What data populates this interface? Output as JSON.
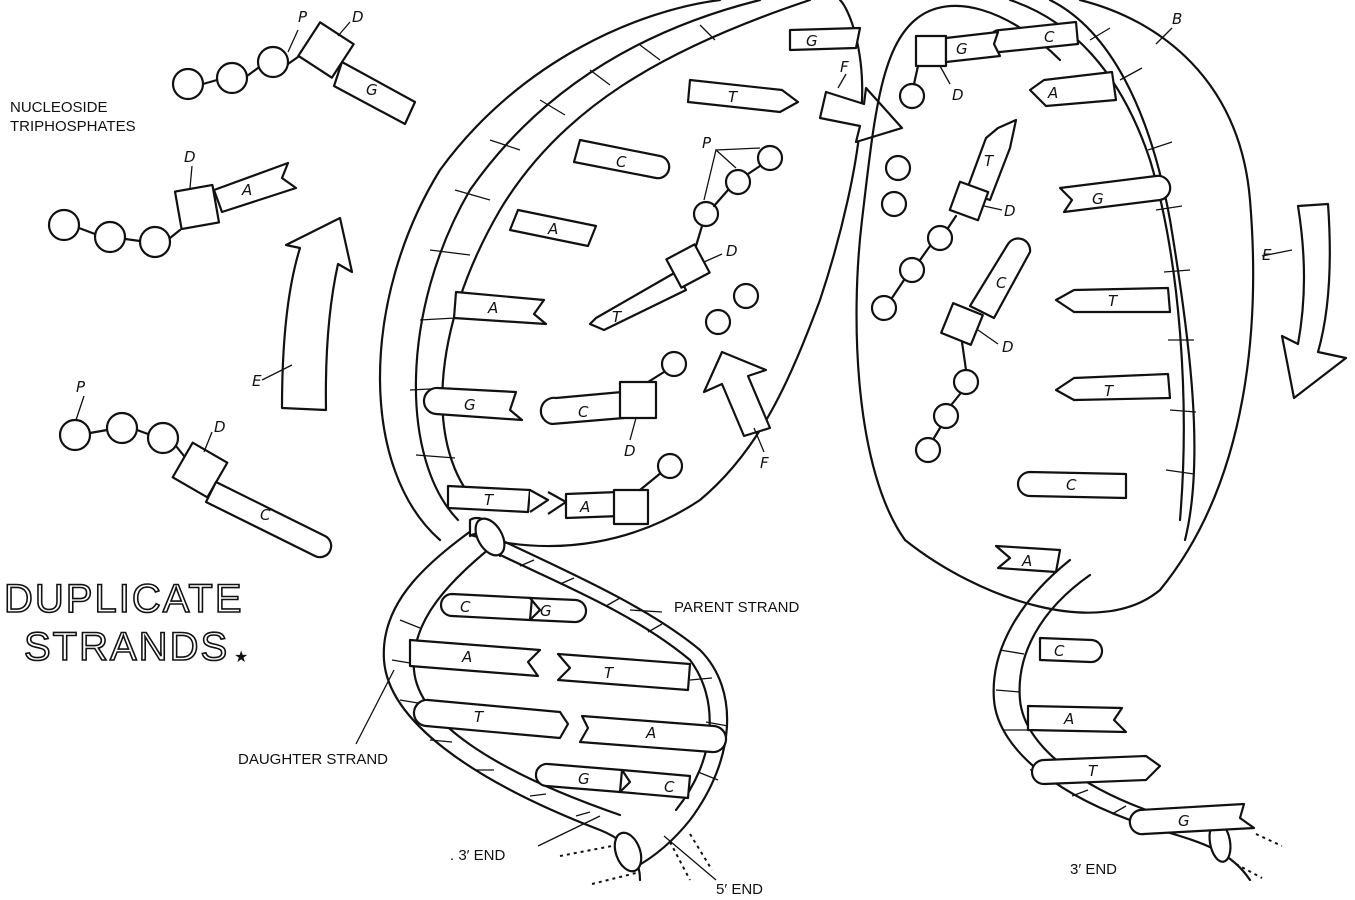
{
  "labels": {
    "nucleoside_line1": "NUCLEOSIDE",
    "nucleoside_line2": "TRIPHOSPHATES",
    "duplicate_line1": "DUPLICATE",
    "duplicate_line2": "STRANDS",
    "star": "★",
    "parent_strand": "PARENT STRAND",
    "daughter_strand": "DAUGHTER STRAND",
    "three_end_left": ". 3′ END",
    "five_end": "5′ END",
    "three_end_right": "3′ END"
  },
  "letters": {
    "P": "P",
    "D": "D",
    "E": "E",
    "F": "F",
    "B": "B",
    "A": "A",
    "T": "T",
    "G": "G",
    "C": "C"
  }
}
